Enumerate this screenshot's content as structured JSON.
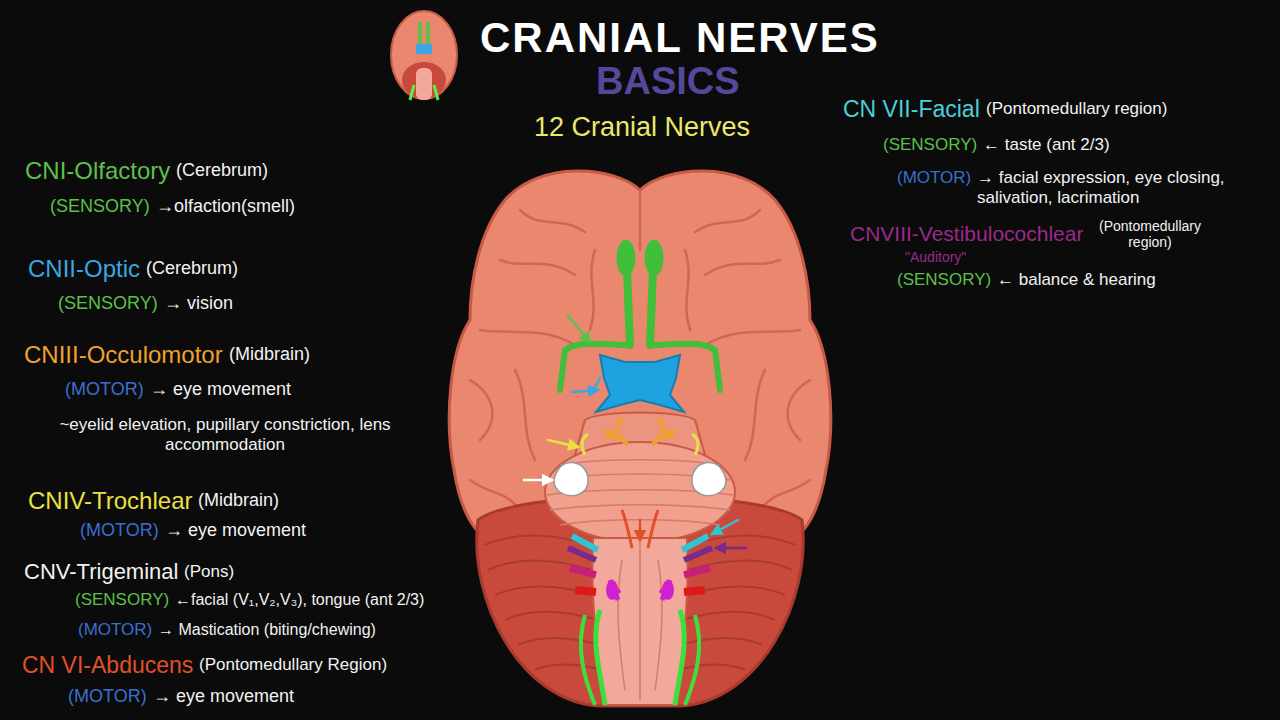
{
  "diagram": {
    "title": "CRANIAL NERVES",
    "labels": [
      "BASICS",
      "12 Cranial Nerves",
      "CNI-Olfactory",
      "(Cerebrum)",
      "(SENSORY)",
      "→olfaction(smell)",
      "CNII-Optic",
      "(Cerebrum)",
      "(SENSORY)",
      "→ vision",
      "CNIII-Occulomotor",
      "(Midbrain)",
      "(MOTOR)",
      "→ eye movement",
      "~eyelid elevation, pupillary constriction, lens accommodation",
      "CNIV-Trochlear",
      "(Midbrain)",
      "(MOTOR)",
      "→ eye movement",
      "CNV-Trigeminal",
      "(Pons)",
      "(SENSORY)",
      "←facial (V₁,V₂,V₃), tongue (ant 2/3)",
      "(MOTOR)",
      "→ Mastication (biting/chewing)",
      "CN VI-Abducens",
      "(Pontomedullary Region)",
      "(MOTOR)",
      "→ eye movement",
      "CN VII-Facial",
      "(Pontomedullary region)",
      "(SENSORY)",
      "← taste (ant 2/3)",
      "(MOTOR)",
      "→ facial expression, eye closing, salivation, lacrimation",
      "CNVIII-Vestibulocochlear",
      "(Pontomedullary region)",
      "\"Auditory\"",
      "(SENSORY)",
      "← balance & hearing"
    ]
  }
}
